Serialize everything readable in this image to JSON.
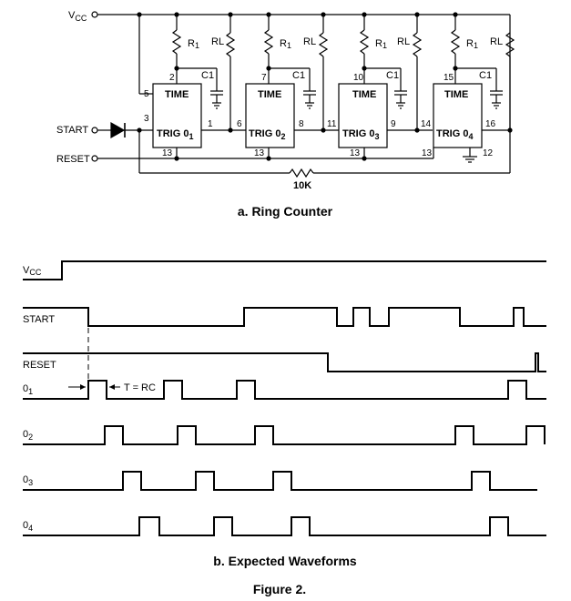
{
  "circuit": {
    "vcc_label": "V",
    "vcc_sub": "CC",
    "start_label": "START",
    "reset_label": "RESET",
    "r1_label": "R",
    "r1_sub": "1",
    "rl_label": "RL",
    "c1_label": "C1",
    "time_label": "TIME",
    "trig_label": "TRIG 0",
    "resistor_value": "10K",
    "stages": [
      {
        "trig_sub": "1",
        "pin_top": "2",
        "pin_left": "5",
        "pin_in": "3",
        "pin_out": "1",
        "pin_bottom": "13"
      },
      {
        "trig_sub": "2",
        "pin_top": "7",
        "pin_left": "",
        "pin_in": "6",
        "pin_out": "8",
        "pin_bottom": "13"
      },
      {
        "trig_sub": "3",
        "pin_top": "10",
        "pin_left": "",
        "pin_in": "11",
        "pin_out": "9",
        "pin_bottom": "13"
      },
      {
        "trig_sub": "4",
        "pin_top": "15",
        "pin_left": "",
        "pin_in": "14",
        "pin_out": "16",
        "pin_bottom": "13",
        "pin_extra": "12"
      }
    ]
  },
  "caption_a": "a. Ring Counter",
  "waveforms": {
    "signals": [
      {
        "name": "V",
        "sub": "CC"
      },
      {
        "name": "START",
        "sub": ""
      },
      {
        "name": "RESET",
        "sub": ""
      },
      {
        "name": "0",
        "sub": "1"
      },
      {
        "name": "0",
        "sub": "2"
      },
      {
        "name": "0",
        "sub": "3"
      },
      {
        "name": "0",
        "sub": "4"
      }
    ],
    "t_annotation": "T = RC"
  },
  "caption_b": "b. Expected Waveforms",
  "figure_caption": "Figure 2."
}
